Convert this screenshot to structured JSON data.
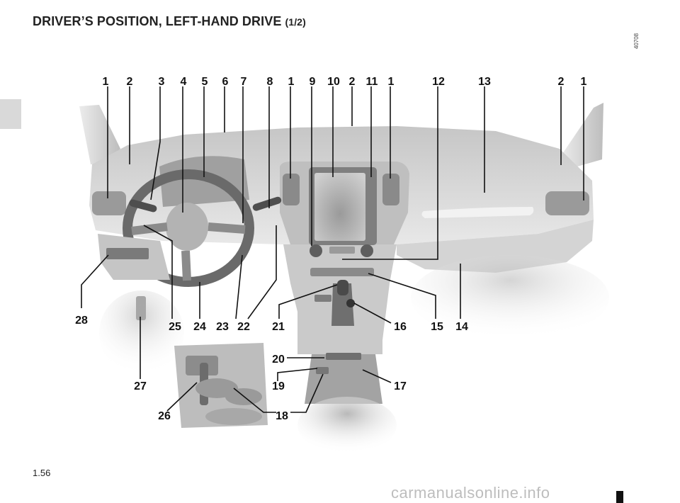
{
  "page": {
    "title_main": "DRIVER’S POSITION, LEFT-HAND DRIVE",
    "title_sub": "(1/2)",
    "page_number": "1.56",
    "reference_code": "40708",
    "watermark": "carmanualsonline.info"
  },
  "figure": {
    "callouts_top": [
      "1",
      "2",
      "3",
      "4",
      "5",
      "6",
      "7",
      "8",
      "1",
      "9",
      "10",
      "2",
      "11",
      "1",
      "12",
      "13",
      "2",
      "1"
    ],
    "callouts_bottom": [
      "28",
      "25",
      "24",
      "23",
      "22",
      "21",
      "16",
      "15",
      "14",
      "27",
      "20",
      "19",
      "17",
      "26",
      "18"
    ]
  }
}
